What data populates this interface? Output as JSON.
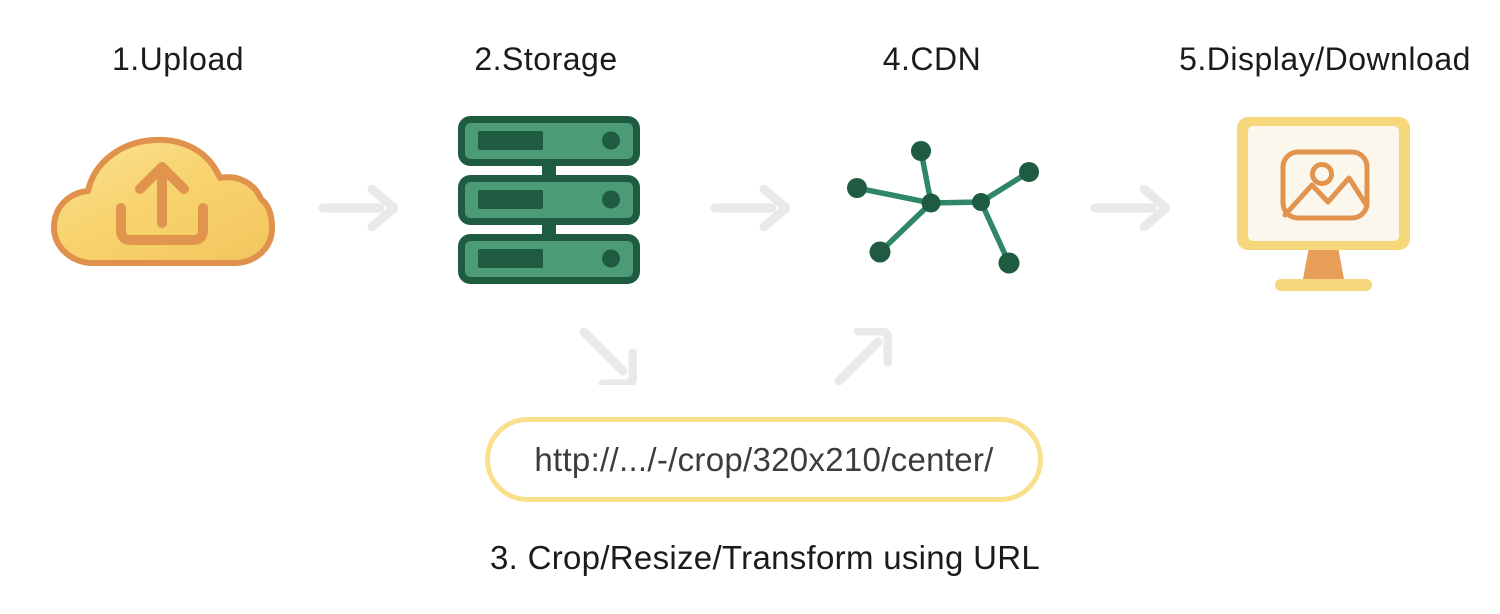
{
  "diagram": {
    "steps": [
      {
        "label": "1.Upload",
        "icon": "upload-cloud-icon"
      },
      {
        "label": "2.Storage",
        "icon": "server-stack-icon"
      },
      {
        "label": "4.CDN",
        "icon": "cdn-network-icon"
      },
      {
        "label": "5.Display/Download",
        "icon": "monitor-display-icon"
      }
    ],
    "url_pill": {
      "text": "http://.../-/crop/320x210/center/"
    },
    "caption": "3. Crop/Resize/Transform using URL",
    "flow_arrow_icons": [
      "arrow-right-icon",
      "arrow-right-icon",
      "arrow-right-icon",
      "arrow-down-right-icon",
      "arrow-up-right-icon"
    ]
  },
  "palette": {
    "label-text": "#1b1b1b",
    "arrow-gray": "#e9e9e9",
    "cloud-fill": "#f8d36e",
    "cloud-fill-light": "#fae296",
    "cloud-fill-deep": "#f3c75f",
    "cloud-stroke": "#e0914b",
    "cloud-arrow": "#e0944e",
    "green-mid": "#4a9b76",
    "green-dark": "#1e5b40",
    "net-edge": "#2f8767",
    "monitor-yellow": "#f7d77c",
    "monitor-screen": "#fbf7ec",
    "monitor-orange": "#e2944e",
    "monitor-stand": "#e79e58",
    "pill-border": "#f9e08d",
    "pill-text": "#3c3c3c"
  }
}
